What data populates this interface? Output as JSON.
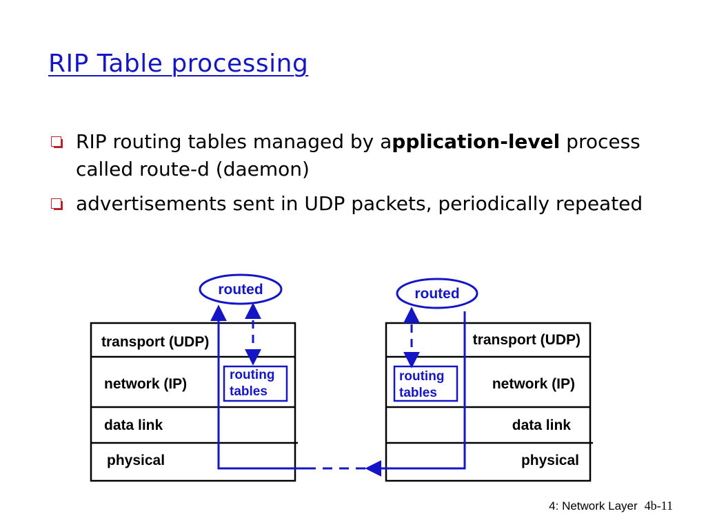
{
  "title": "RIP Table processing",
  "bullets": [
    {
      "pre": "RIP routing tables managed by a",
      "bold": "pplication-level",
      "post": " process called route-d (daemon)"
    },
    {
      "pre": "advertisements sent in UDP packets, periodically repeated",
      "bold": "",
      "post": ""
    }
  ],
  "diagram": {
    "left": {
      "daemon": "routed",
      "layers": [
        "transport (UDP)",
        "network (IP)",
        "data link",
        "physical"
      ],
      "table_line1": "routing",
      "table_line2": "tables"
    },
    "right": {
      "daemon": "routed",
      "layers": [
        "transport (UDP)",
        "network (IP)",
        "data link",
        "physical"
      ],
      "table_line1": "routing",
      "table_line2": "tables"
    },
    "colors": {
      "accent": "#1515c8",
      "bullet": "#b8202a",
      "text": "#000000"
    }
  },
  "footer": {
    "section": "4: Network Layer",
    "page": "4b-11"
  }
}
